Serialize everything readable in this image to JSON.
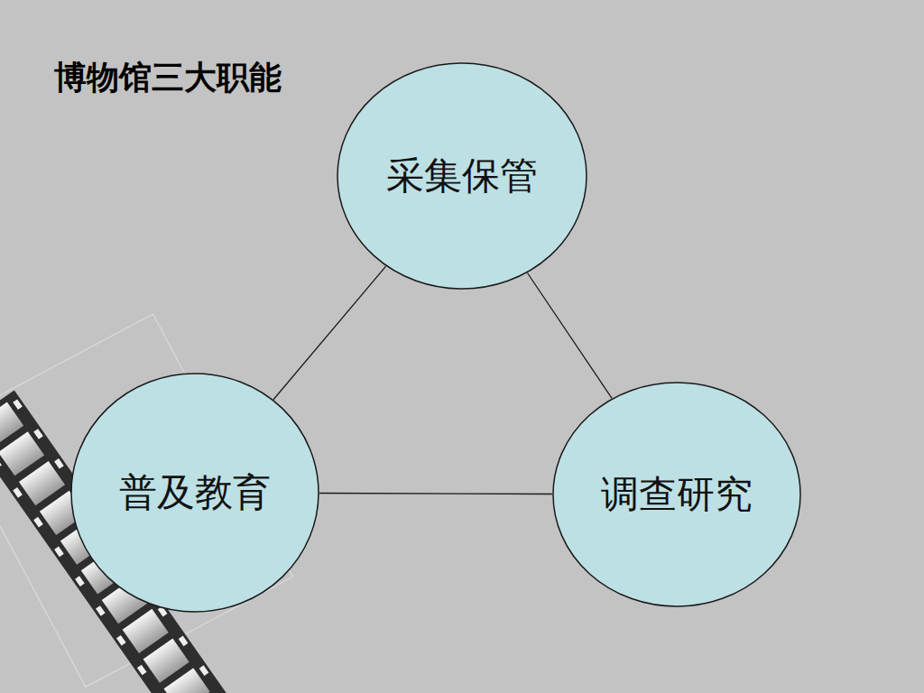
{
  "diagram": {
    "title": "博物馆三大职能",
    "nodes": [
      {
        "text": [
          "采集保管"
        ]
      },
      {
        "text": [
          "普及教育"
        ]
      },
      {
        "text": [
          "调查研究"
        ]
      }
    ],
    "edges": [
      {
        "from": 0,
        "to": 1,
        "arrow": "none"
      },
      {
        "from": 0,
        "to": 2,
        "arrow": "none"
      },
      {
        "from": 1,
        "to": 2,
        "arrow": "none"
      }
    ]
  }
}
